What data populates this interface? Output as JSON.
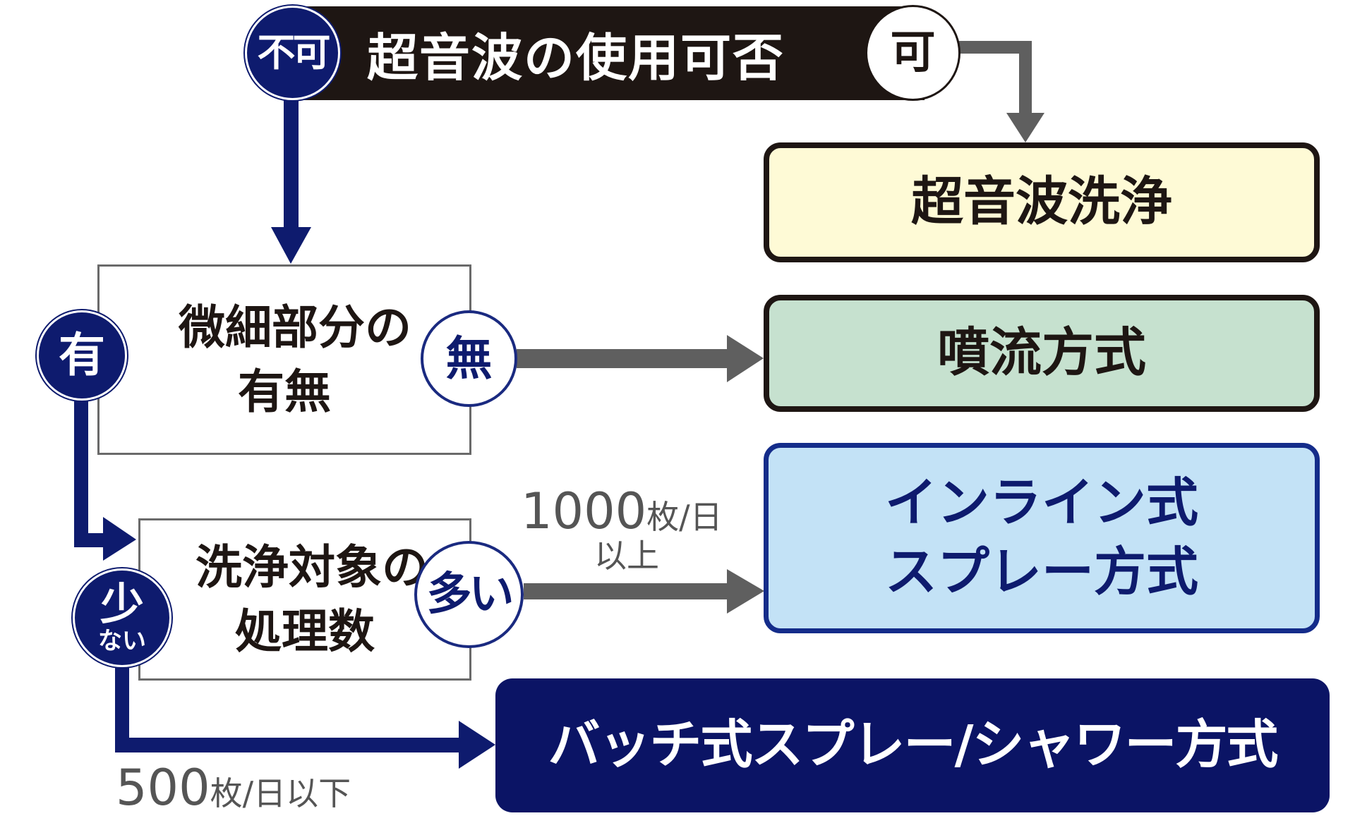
{
  "diagram": {
    "title": "超音波洗浄方式の選定フロー",
    "colors": {
      "navy": "#0e1b6e",
      "gray_arrow": "#5f5f5f",
      "black_bar": "#1e1613",
      "yellow_fill": "#fefad6",
      "green_fill": "#c6e1cf",
      "blue_fill": "#c3e2f6",
      "blue_border": "#142c8a",
      "navy_fill": "#0b1465"
    },
    "start": {
      "question": "超音波の使用可否",
      "no_label": "不可",
      "yes_label": "可"
    },
    "decision1": {
      "line1": "微細部分の",
      "line2": "有無",
      "yes_label": "有",
      "no_label": "無"
    },
    "decision2": {
      "line1": "洗浄対象の",
      "line2": "処理数",
      "many_label": "多い",
      "few_label_1": "少",
      "few_label_2": "ない"
    },
    "annotations": {
      "high_number": "1000",
      "high_unit": "枚/日",
      "high_suffix": "以上",
      "low_number": "500",
      "low_unit": "枚/日以下"
    },
    "results": {
      "ultrasonic": "超音波洗浄",
      "jet": "噴流方式",
      "inline_line1": "インライン式",
      "inline_line2": "スプレー方式",
      "batch": "バッチ式スプレー/シャワー方式"
    },
    "edges": [
      {
        "from": "超音波の使用可否",
        "label": "可",
        "to": "超音波洗浄"
      },
      {
        "from": "超音波の使用可否",
        "label": "不可",
        "to": "微細部分の有無"
      },
      {
        "from": "微細部分の有無",
        "label": "無",
        "to": "噴流方式"
      },
      {
        "from": "微細部分の有無",
        "label": "有",
        "to": "洗浄対象の処理数"
      },
      {
        "from": "洗浄対象の処理数",
        "label": "多い (1000枚/日以上)",
        "to": "インライン式スプレー方式"
      },
      {
        "from": "洗浄対象の処理数",
        "label": "少ない (500枚/日以下)",
        "to": "バッチ式スプレー/シャワー方式"
      }
    ]
  }
}
